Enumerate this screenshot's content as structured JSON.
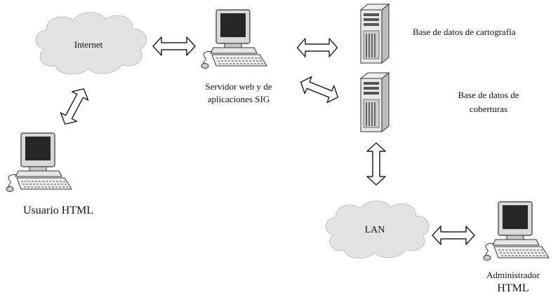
{
  "nodes": {
    "internet": {
      "label": "Internet"
    },
    "web_server": {
      "label_line1": "Servidor web y  de",
      "label_line2": "aplicaciones SIG"
    },
    "db_cartografia": {
      "label": "Base de datos de cartografía"
    },
    "db_coberturas": {
      "label_line1": "Base de datos de",
      "label_line2": "coberturas"
    },
    "usuario": {
      "label": "Usuario HTML"
    },
    "lan": {
      "label": "LAN"
    },
    "administrador": {
      "label_line1": "Administrador",
      "label_line2": "HTML"
    }
  },
  "edges": [
    {
      "from": "internet",
      "to": "web_server",
      "style": "double-arrow"
    },
    {
      "from": "web_server",
      "to": "db_cartografia",
      "style": "double-arrow"
    },
    {
      "from": "web_server",
      "to": "db_coberturas",
      "style": "double-arrow"
    },
    {
      "from": "internet",
      "to": "usuario",
      "style": "double-arrow"
    },
    {
      "from": "db_coberturas",
      "to": "lan",
      "style": "double-arrow"
    },
    {
      "from": "lan",
      "to": "administrador",
      "style": "double-arrow"
    }
  ]
}
